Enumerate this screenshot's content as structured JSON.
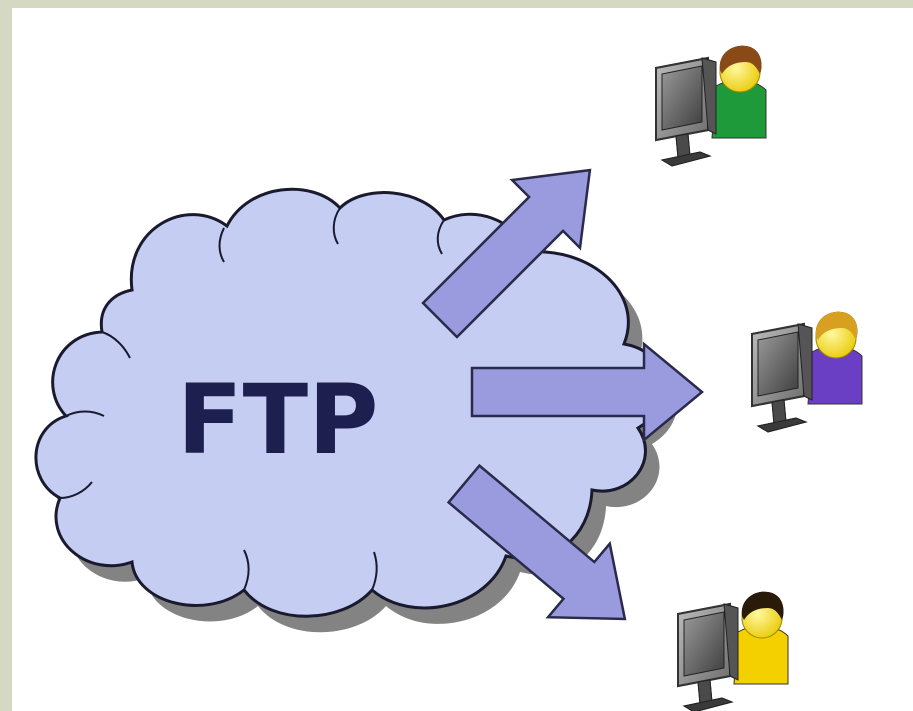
{
  "diagram": {
    "cloud_label": "FTP",
    "colors": {
      "cloud_fill": "#c6cdf3",
      "cloud_stroke": "#1a1a2e",
      "arrow_fill": "#9a9ade",
      "arrow_stroke": "#2a2a4a",
      "text": "#1d1f4e",
      "frame": "#d5d8c2"
    },
    "users": [
      {
        "role": "user-1",
        "icon": "user-at-computer-icon",
        "shirt": "#1f9a3a",
        "hair": "#8a4a18"
      },
      {
        "role": "user-2",
        "icon": "user-at-computer-icon",
        "shirt": "#6a3fc4",
        "hair": "#d8a020"
      },
      {
        "role": "user-3",
        "icon": "user-at-computer-icon",
        "shirt": "#f4d000",
        "hair": "#2a1a0a"
      }
    ]
  }
}
